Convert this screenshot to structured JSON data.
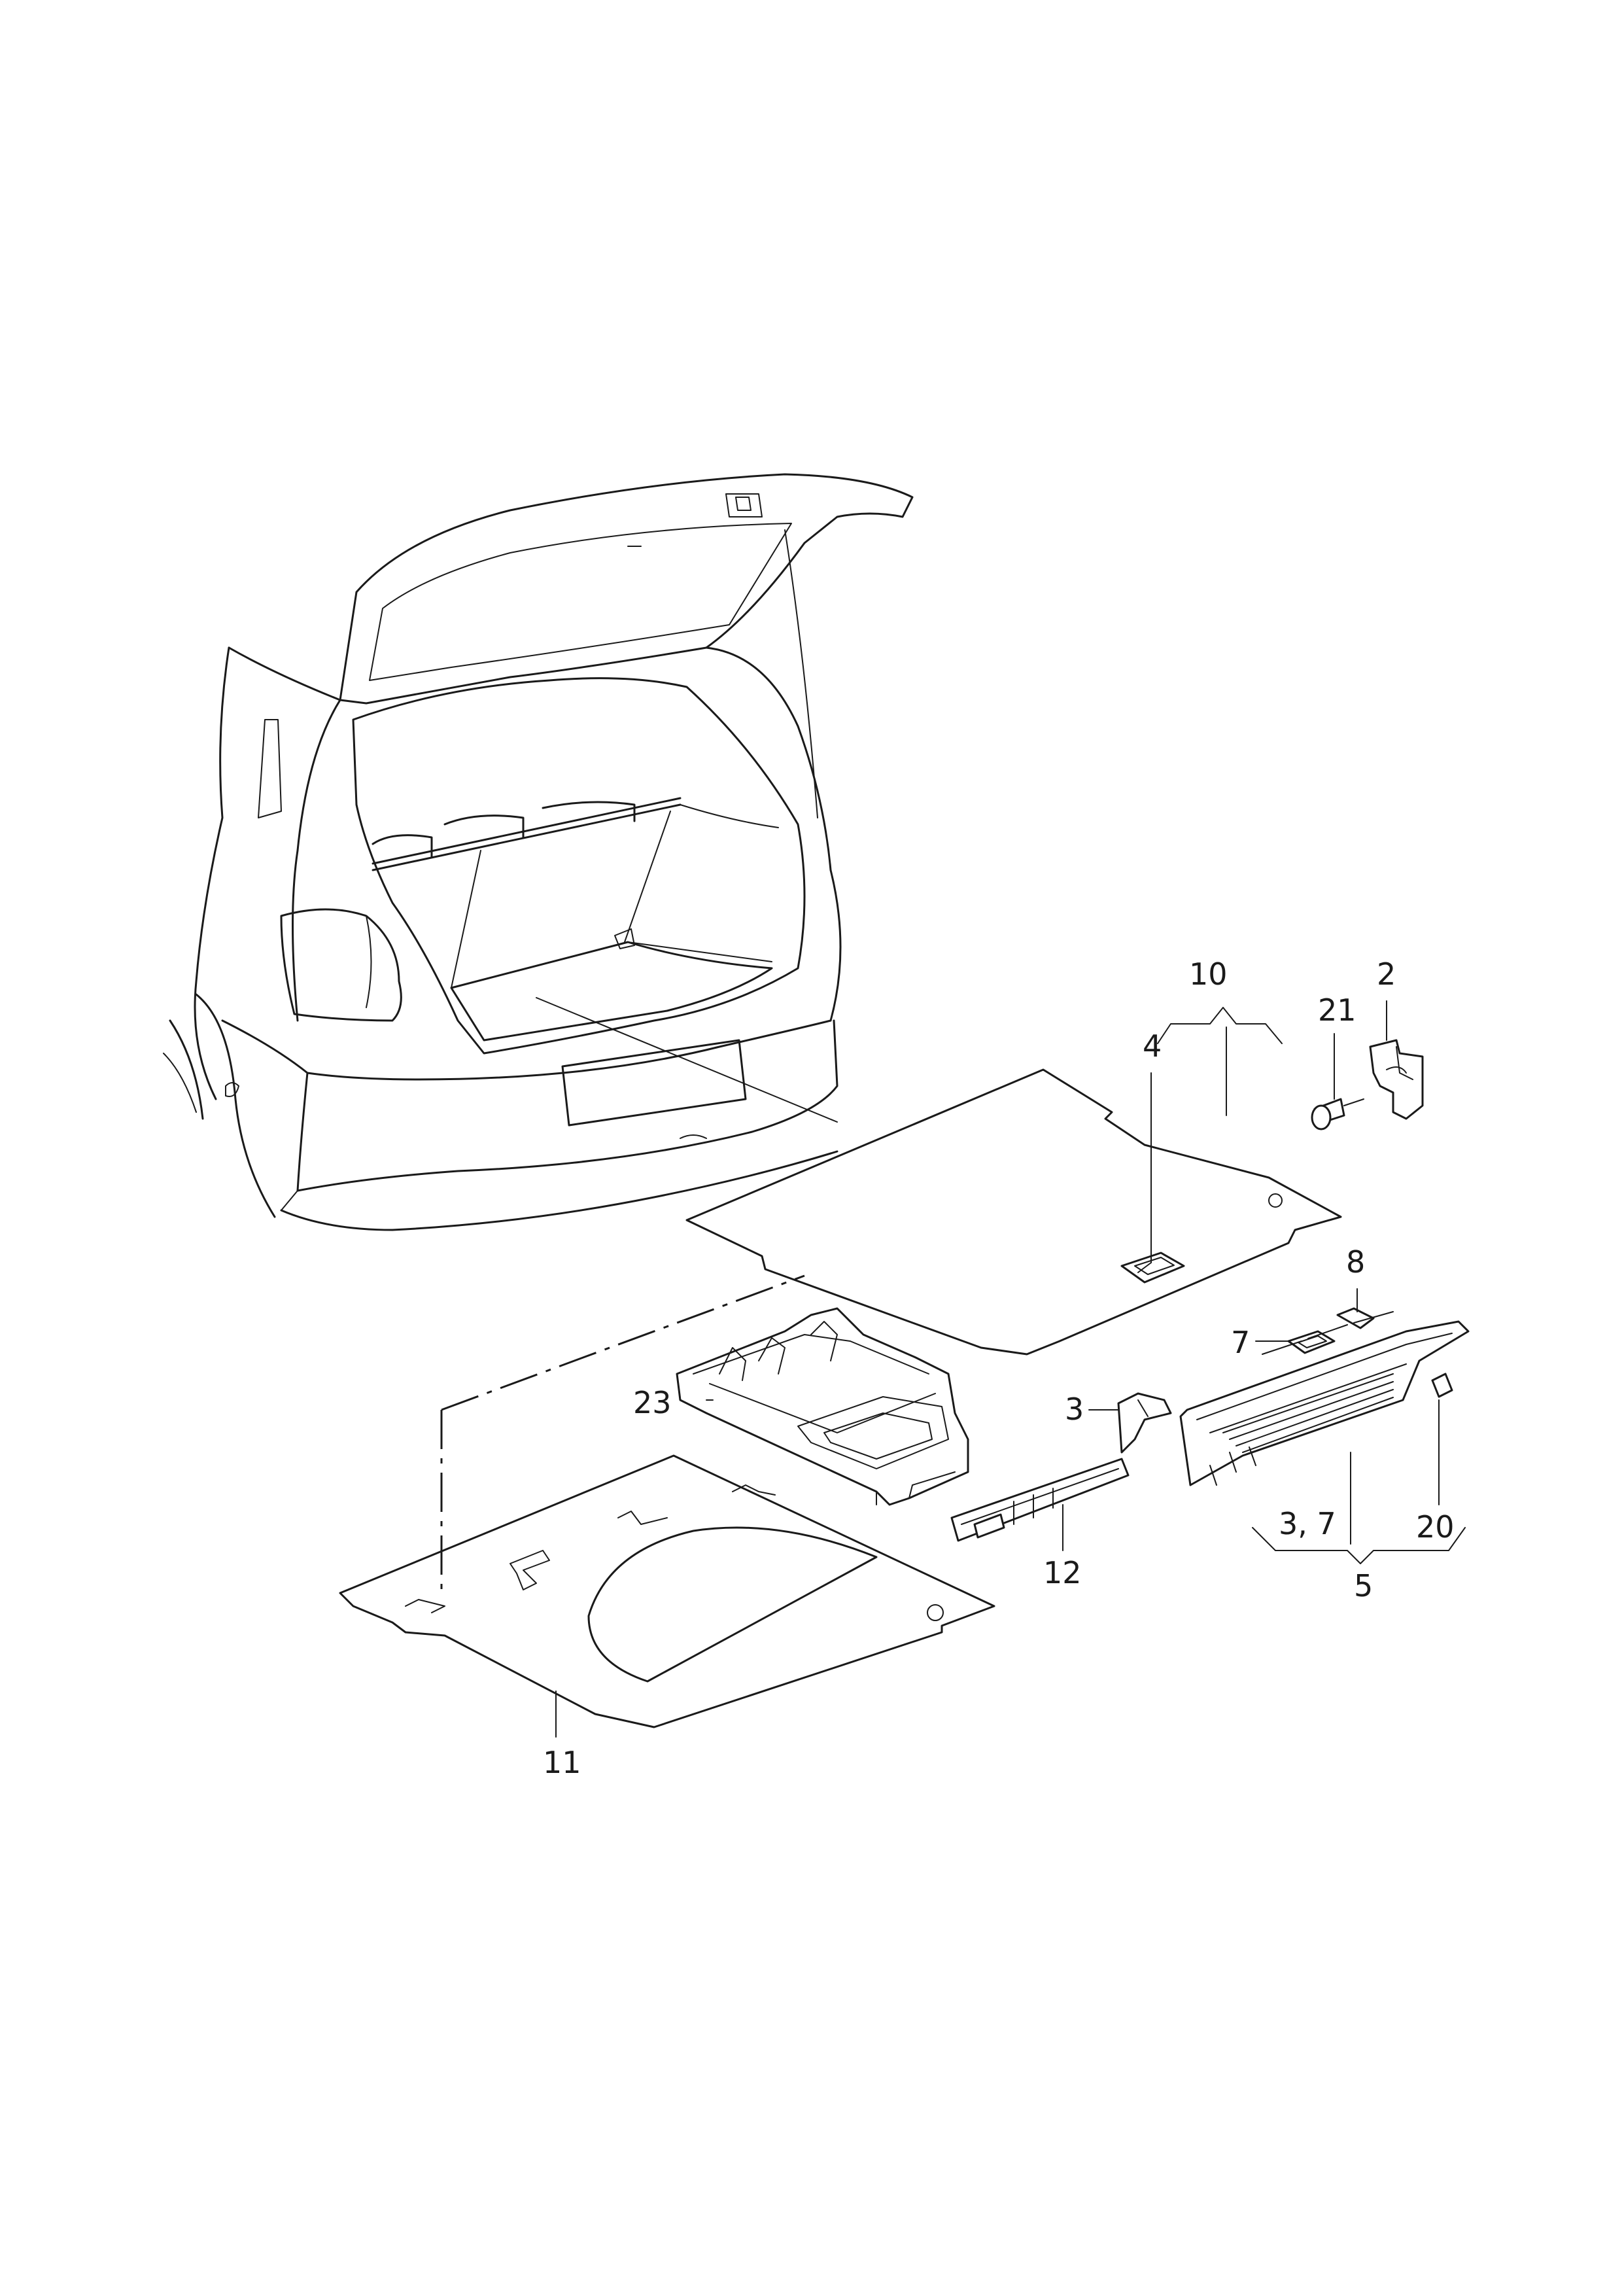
{
  "callouts": {
    "p10": "10",
    "p4": "4",
    "p21": "21",
    "p2": "2",
    "p8": "8",
    "p7": "7",
    "p23": "23",
    "p3": "3",
    "p12": "12",
    "p3_7": "3, 7",
    "p20": "20",
    "p5": "5",
    "p11": "11"
  },
  "colors": {
    "line": "#1a1a1a",
    "background": "#ffffff"
  }
}
